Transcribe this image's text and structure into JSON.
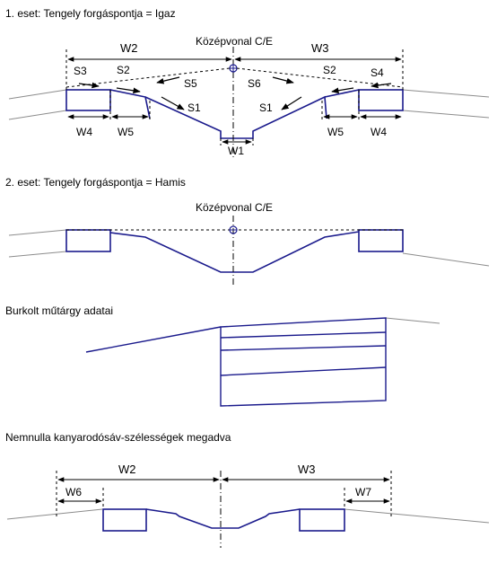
{
  "sections": [
    {
      "heading": "1. eset: Tengely forgáspontja = Igaz",
      "labels": {
        "center": "Középvonal C/E",
        "w1": "W1",
        "w2": "W2",
        "w3": "W3",
        "w4": "W4",
        "w5": "W5",
        "s1": "S1",
        "s2": "S2",
        "s3": "S3",
        "s4": "S4",
        "s5": "S5",
        "s6": "S6"
      }
    },
    {
      "heading": "2. eset: Tengely forgáspontja = Hamis",
      "labels": {
        "center": "Középvonal C/E"
      }
    },
    {
      "heading": "Burkolt műtárgy adatai"
    },
    {
      "heading": "Nemnulla kanyarodósáv-szélességek megadva",
      "labels": {
        "w2": "W2",
        "w3": "W3",
        "w6": "W6",
        "w7": "W7"
      }
    }
  ],
  "colors": {
    "section_line": "#1a1a8c",
    "terrain_line": "#8c8c8c",
    "dimension_line": "#000000"
  }
}
